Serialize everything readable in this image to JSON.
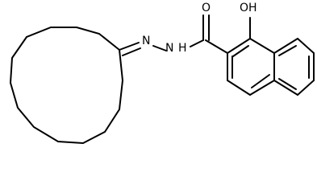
{
  "molecule": {
    "labels": {
      "carbonyl_oxygen": "O",
      "hydroxyl": "OH",
      "imine_nitrogen": "N",
      "hydrazide_nh": "N",
      "hydrazide_h": "H"
    },
    "colors": {
      "bond": "#000000",
      "text": "#000000",
      "background": "#ffffff"
    }
  }
}
